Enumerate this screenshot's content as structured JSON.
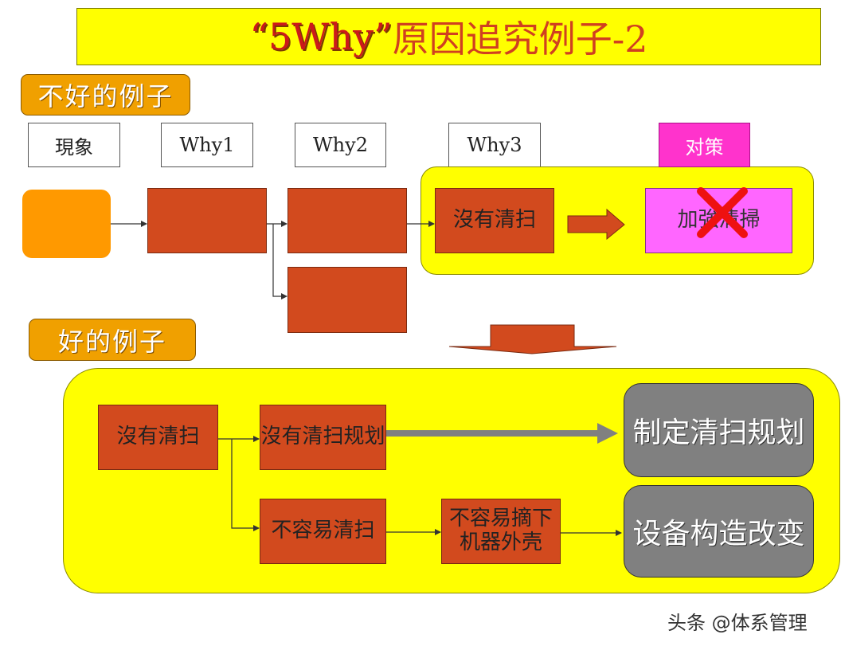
{
  "title": {
    "prefix": "“5Why”",
    "rest": "原因追究例子-2"
  },
  "bad_example": {
    "label": "不好的例子",
    "headers": [
      "現象",
      "Why1",
      "Why2",
      "Why3",
      "对策"
    ],
    "why3_text": "沒有清扫",
    "countermeasure_text": "加強清掃"
  },
  "good_example": {
    "label": "好的例子",
    "box_no_cleaning": "沒有清扫",
    "box_no_plan": "沒有清扫规划",
    "box_hard_clean": "不容易清扫",
    "box_hard_remove_line1": "不容易摘下",
    "box_hard_remove_line2": "机器外壳",
    "result_plan": "制定清扫规划",
    "result_equipment": "设备构造改变"
  },
  "watermark": "头条 @体系管理",
  "colors": {
    "title_bg": "#ffff00",
    "pill": "#f0a000",
    "red_box": "#d24a1e",
    "magenta_header": "#ff33cc",
    "magenta_box": "#ff66ff",
    "cross": "#ee1111",
    "grey_box": "#808080"
  }
}
